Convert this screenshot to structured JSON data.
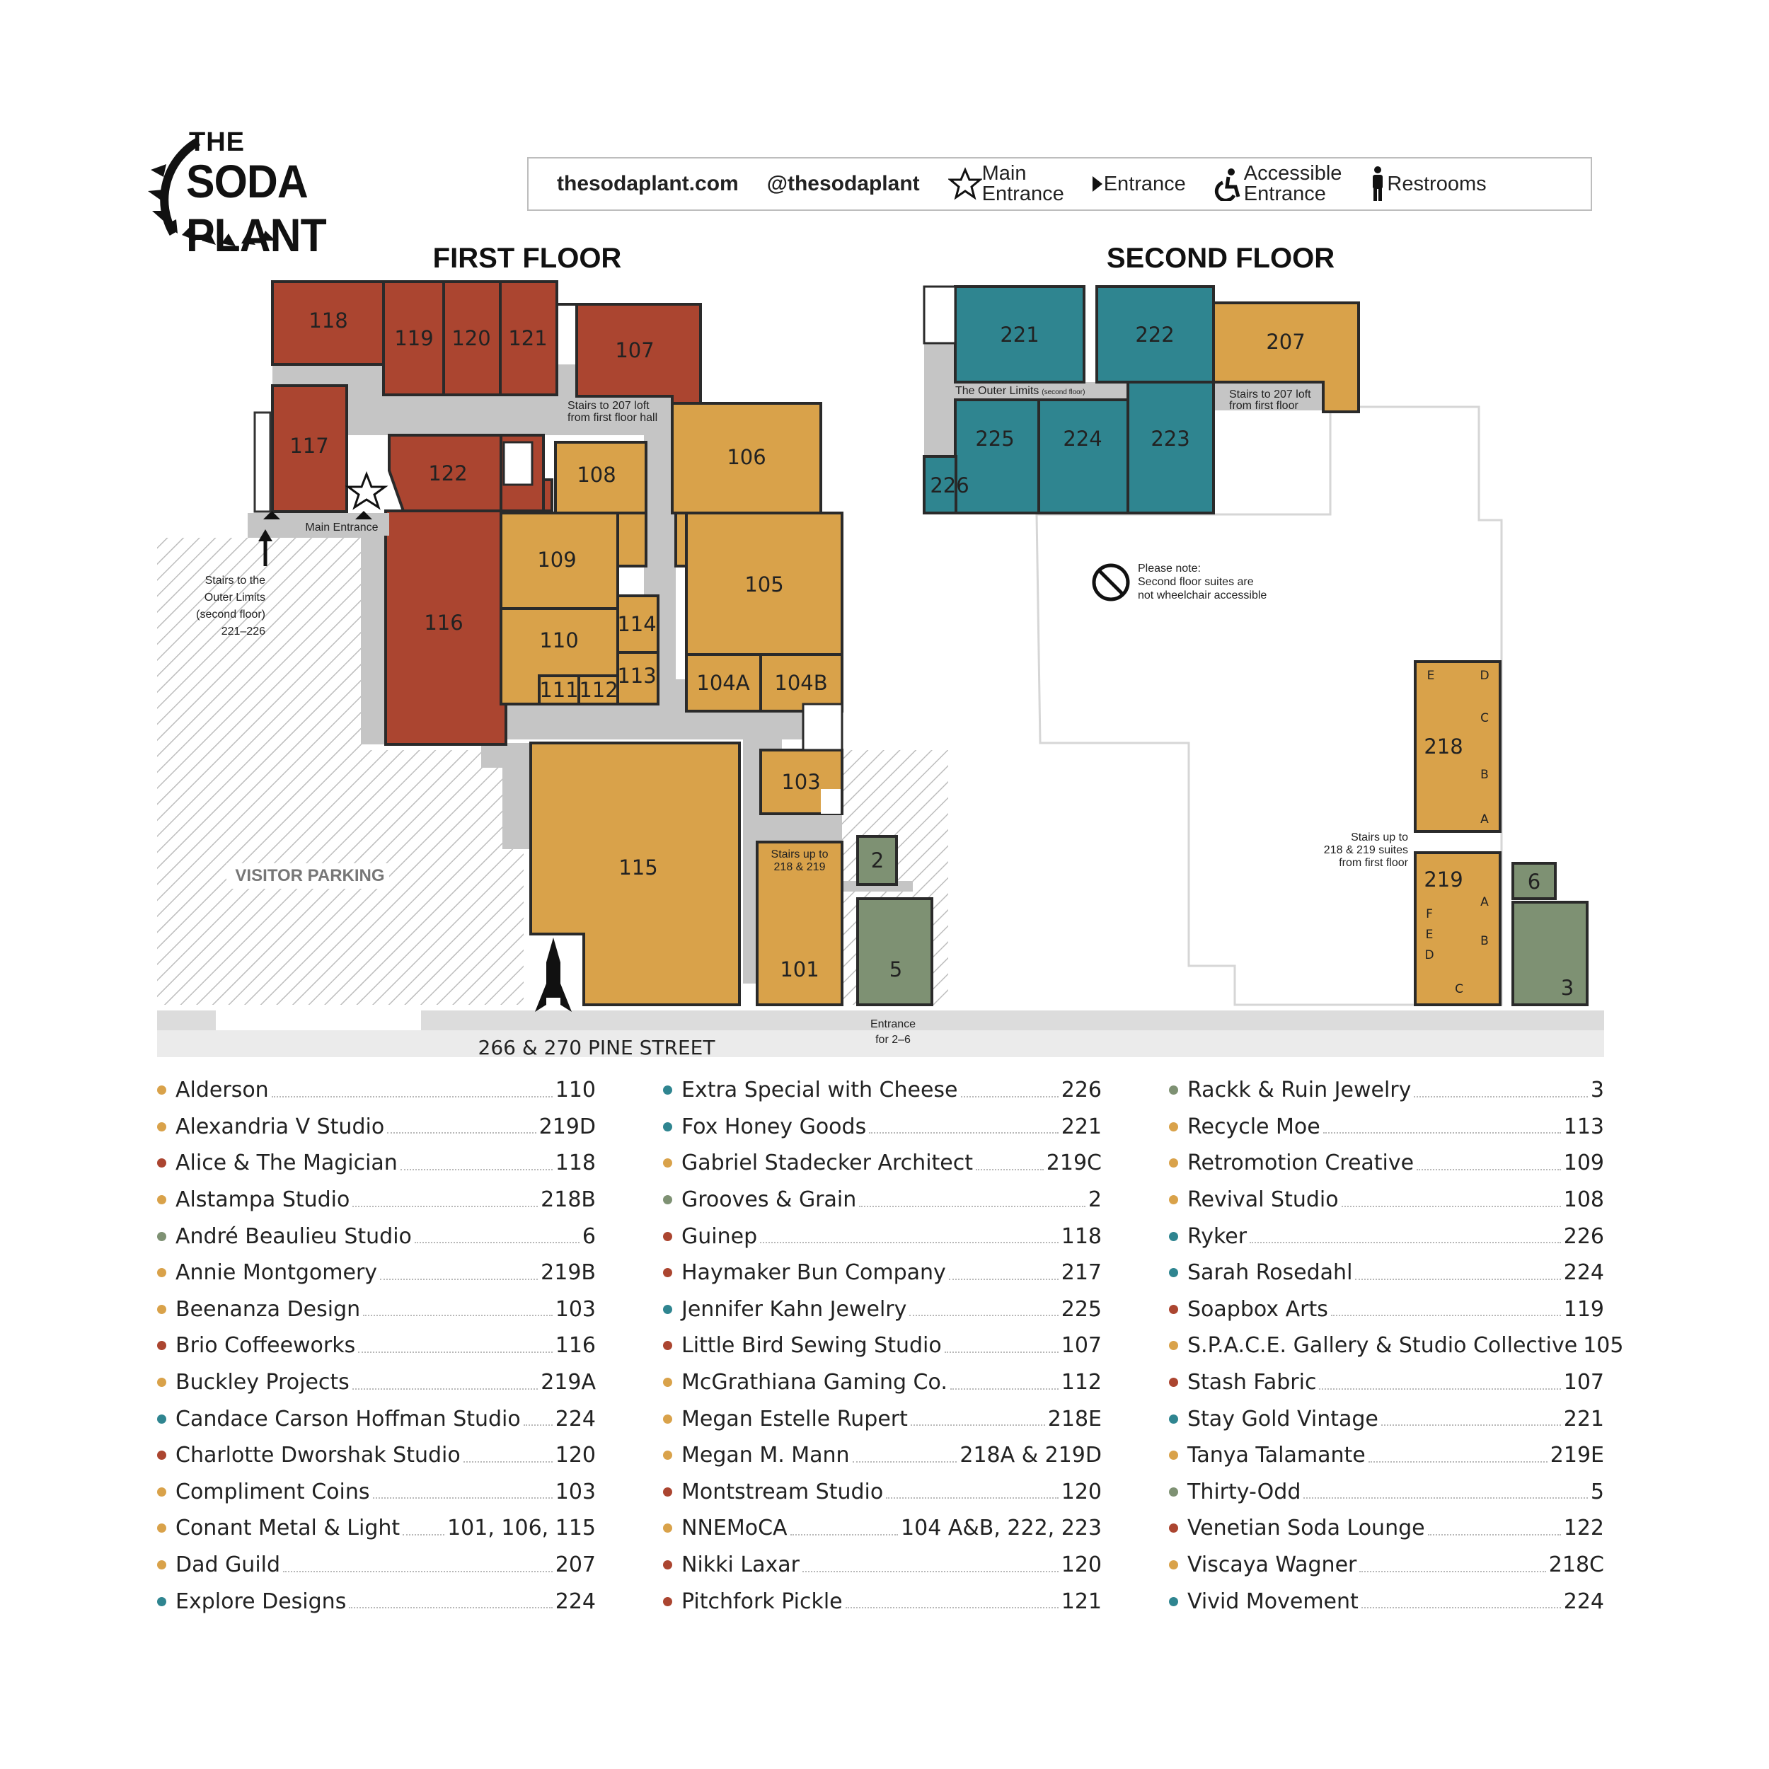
{
  "brand": {
    "the": "THE",
    "name": "SODA PLANT"
  },
  "legend": {
    "website": "thesodaplant.com",
    "handle": "@thesodaplant",
    "main_entrance_1": "Main",
    "main_entrance_2": "Entrance",
    "entrance": "Entrance",
    "accessible_1": "Accessible",
    "accessible_2": "Entrance",
    "restrooms": "Restrooms"
  },
  "colors": {
    "red": "#ab4530",
    "orange": "#d9a24a",
    "teal": "#2f8590",
    "green": "#7e9173",
    "hall": "#c5c5c5"
  },
  "first_floor": {
    "title": "FIRST FLOOR",
    "rooms": [
      "118",
      "119",
      "120",
      "121",
      "107",
      "117",
      "122",
      "108",
      "106",
      "109",
      "116",
      "105",
      "110",
      "114",
      "113",
      "111",
      "112",
      "104A",
      "104B",
      "115",
      "103",
      "2",
      "101",
      "5"
    ],
    "notes": {
      "stairs_207_1": "Stairs to 207 loft",
      "stairs_207_2": "from first floor hall",
      "main_entrance": "Main Entrance",
      "outer_1": "Stairs to the",
      "outer_2": "Outer Limits",
      "outer_3": "(second floor)",
      "outer_4": "221–226",
      "stairs_up_1": "Stairs up to",
      "stairs_up_2": "218 & 219",
      "entrance_26_1": "Entrance",
      "entrance_26_2": "for 2–6",
      "parking": "VISITOR PARKING",
      "street": "266 & 270  PINE  STREET"
    }
  },
  "second_floor": {
    "title": "SECOND FLOOR",
    "rooms": [
      "221",
      "222",
      "207",
      "225",
      "224",
      "223",
      "226",
      "218",
      "219",
      "6",
      "3"
    ],
    "suites_218": [
      "E",
      "D",
      "C",
      "B",
      "A"
    ],
    "suites_219": [
      "F",
      "E",
      "D",
      "A",
      "B",
      "C"
    ],
    "notes": {
      "outer_limits": "The Outer Limits",
      "outer_limits_small": "(second floor)",
      "stairs_207_1": "Stairs to 207 loft",
      "stairs_207_2": "from first floor",
      "please_1": "Please note:",
      "please_2": "Second floor suites are",
      "please_3": "not wheelchair accessible",
      "stairs_218_1": "Stairs up to",
      "stairs_218_2": "218 & 219 suites",
      "stairs_218_3": "from first floor"
    }
  },
  "directory": [
    [
      {
        "name": "Alderson",
        "suite": "110",
        "color": "orange"
      },
      {
        "name": "Alexandria V Studio",
        "suite": "219D",
        "color": "orange"
      },
      {
        "name": "Alice & The Magician",
        "suite": "118",
        "color": "red"
      },
      {
        "name": "Alstampa Studio",
        "suite": "218B",
        "color": "orange"
      },
      {
        "name": "André Beaulieu Studio",
        "suite": "6",
        "color": "green"
      },
      {
        "name": "Annie Montgomery",
        "suite": "219B",
        "color": "orange"
      },
      {
        "name": "Beenanza Design",
        "suite": "103",
        "color": "orange"
      },
      {
        "name": "Brio Coffeeworks",
        "suite": "116",
        "color": "red"
      },
      {
        "name": "Buckley Projects",
        "suite": "219A",
        "color": "orange"
      },
      {
        "name": "Candace Carson Hoffman Studio",
        "suite": "224",
        "color": "teal"
      },
      {
        "name": "Charlotte Dworshak Studio",
        "suite": "120",
        "color": "red"
      },
      {
        "name": "Compliment Coins",
        "suite": "103",
        "color": "orange"
      },
      {
        "name": "Conant Metal & Light",
        "suite": "101, 106, 115",
        "color": "orange"
      },
      {
        "name": "Dad Guild",
        "suite": "207",
        "color": "orange"
      },
      {
        "name": "Explore Designs",
        "suite": "224",
        "color": "teal"
      }
    ],
    [
      {
        "name": "Extra Special with Cheese",
        "suite": "226",
        "color": "teal"
      },
      {
        "name": "Fox Honey Goods",
        "suite": "221",
        "color": "teal"
      },
      {
        "name": "Gabriel Stadecker Architect",
        "suite": "219C",
        "color": "orange"
      },
      {
        "name": "Grooves & Grain",
        "suite": "2",
        "color": "green"
      },
      {
        "name": "Guinep",
        "suite": "118",
        "color": "red"
      },
      {
        "name": "Haymaker Bun Company",
        "suite": "217",
        "color": "red"
      },
      {
        "name": "Jennifer Kahn Jewelry",
        "suite": "225",
        "color": "teal"
      },
      {
        "name": "Little Bird Sewing Studio",
        "suite": "107",
        "color": "red"
      },
      {
        "name": "McGrathiana Gaming Co.",
        "suite": "112",
        "color": "orange"
      },
      {
        "name": "Megan Estelle Rupert",
        "suite": "218E",
        "color": "orange"
      },
      {
        "name": "Megan M. Mann",
        "suite": "218A & 219D",
        "color": "orange"
      },
      {
        "name": "Montstream Studio",
        "suite": "120",
        "color": "red"
      },
      {
        "name": "NNEMoCA",
        "suite": "104 A&B, 222, 223",
        "color": "orange"
      },
      {
        "name": "Nikki Laxar",
        "suite": "120",
        "color": "red"
      },
      {
        "name": "Pitchfork Pickle",
        "suite": "121",
        "color": "red"
      }
    ],
    [
      {
        "name": "Rackk & Ruin Jewelry",
        "suite": "3",
        "color": "green"
      },
      {
        "name": "Recycle Moe",
        "suite": "113",
        "color": "orange"
      },
      {
        "name": "Retromotion Creative",
        "suite": "109",
        "color": "orange"
      },
      {
        "name": "Revival Studio",
        "suite": "108",
        "color": "orange"
      },
      {
        "name": "Ryker",
        "suite": "226",
        "color": "teal"
      },
      {
        "name": "Sarah Rosedahl",
        "suite": "224",
        "color": "teal"
      },
      {
        "name": "Soapbox Arts",
        "suite": "119",
        "color": "red"
      },
      {
        "name": "S.P.A.C.E. Gallery & Studio Collective",
        "suite": "105",
        "color": "orange"
      },
      {
        "name": "Stash Fabric",
        "suite": "107",
        "color": "red"
      },
      {
        "name": "Stay Gold Vintage",
        "suite": "221",
        "color": "teal"
      },
      {
        "name": "Tanya Talamante",
        "suite": "219E",
        "color": "orange"
      },
      {
        "name": "Thirty-Odd",
        "suite": "5",
        "color": "green"
      },
      {
        "name": "Venetian Soda Lounge",
        "suite": "122",
        "color": "red"
      },
      {
        "name": "Viscaya Wagner",
        "suite": "218C",
        "color": "orange"
      },
      {
        "name": "Vivid Movement",
        "suite": "224",
        "color": "teal"
      }
    ]
  ]
}
